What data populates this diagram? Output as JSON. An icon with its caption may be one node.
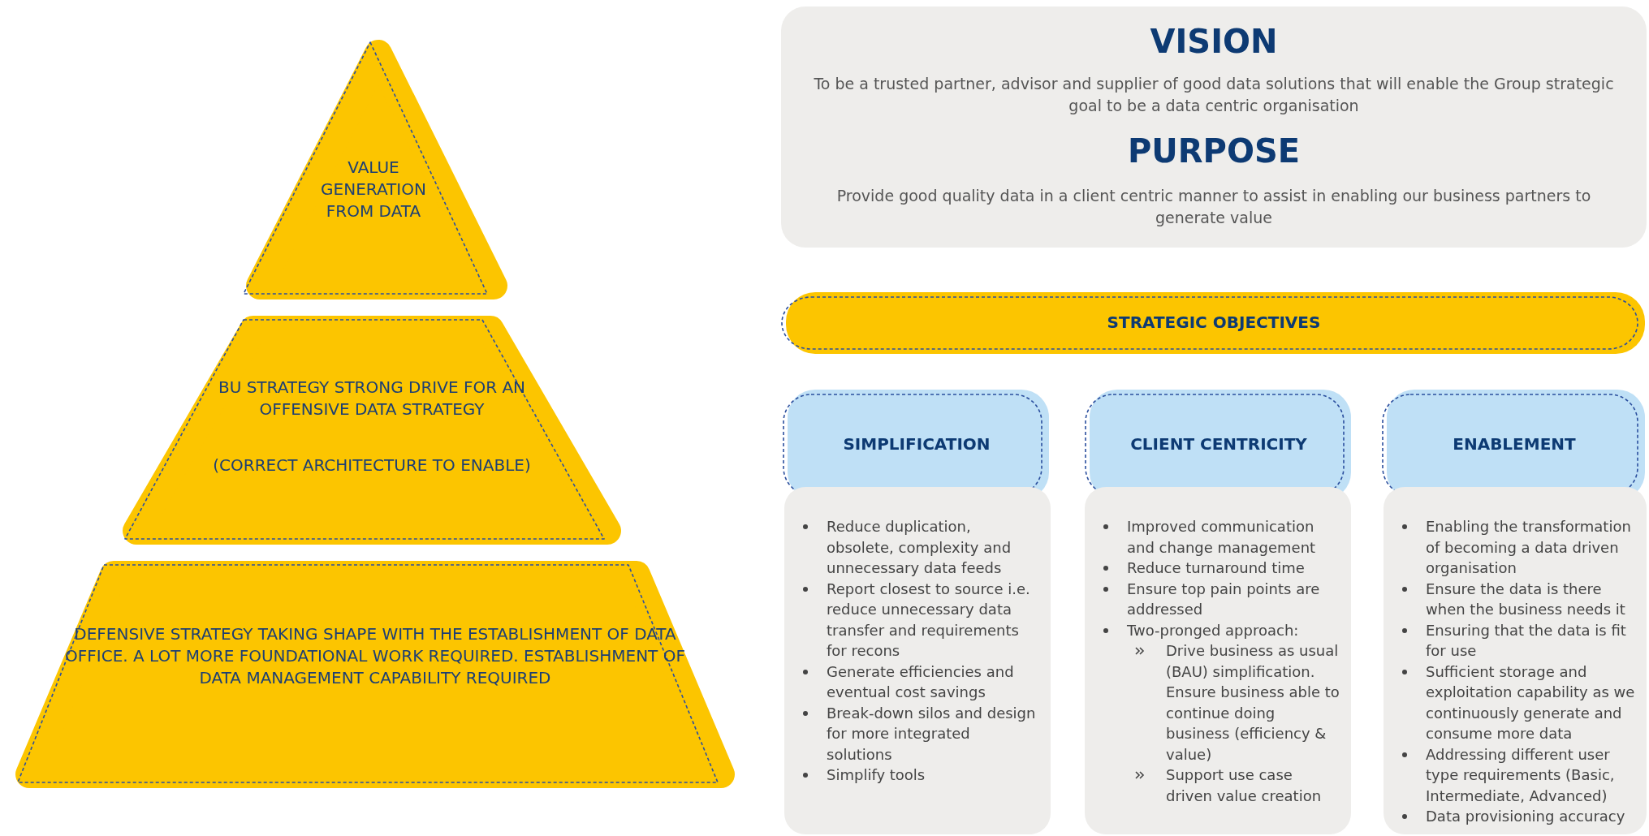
{
  "diagram": {
    "nodes": [
      {
        "text": [
          "VALUE GENERATION FROM DATA"
        ]
      },
      {
        "text": [
          "BU STRATEGY STRONG DRIVE FOR AN OFFENSIVE DATA STRATEGY",
          "(CORRECT ARCHITECTURE TO ENABLE)"
        ]
      },
      {
        "text": [
          "DEFENSIVE STRATEGY TAKING SHAPE WITH THE ESTABLISHMENT OF DATA OFFICE. A LOT MORE FOUNDATIONAL WORK REQUIRED. ESTABLISHMENT OF DATA MANAGEMENT CAPABILITY REQUIRED"
        ]
      },
      {
        "text": [
          "VISION",
          "To be a trusted partner, advisor and supplier of good data solutions that will enable the Group strategic goal to be a data centric organisation",
          "PURPOSE",
          "Provide good quality data in a client centric manner to assist in enabling our business partners to generate value"
        ]
      },
      {
        "text": [
          "STRATEGIC OBJECTIVES"
        ]
      },
      {
        "text": [
          "SIMPLIFICATION"
        ]
      },
      {
        "text": [
          "Reduce duplication, obsolete, complexity and unnecessary data feeds",
          "Report closest to source i.e. reduce unnecessary data transfer and requirements for recons",
          "Generate efficiencies and eventual cost savings",
          "Break-down silos and design for more integrated solutions",
          "Simplify tools"
        ]
      },
      {
        "text": [
          "CLIENT CENTRICITY"
        ]
      },
      {
        "text": [
          "Improved communication and change management",
          "Reduce turnaround time",
          "Ensure top pain points are addressed",
          "Two-pronged approach:",
          "Drive business as usual (BAU) simplification. Ensure business able to continue doing business (efficiency & value)",
          "Support use case driven value creation"
        ]
      },
      {
        "text": [
          "ENABLEMENT"
        ]
      },
      {
        "text": [
          "Enabling the transformation of becoming a data driven organisation",
          "Ensure the data is there when the business needs it",
          "Ensuring that the data is fit for use",
          "Sufficient storage and exploitation capability as we continuously generate and consume more data",
          "Addressing different user type requirements (Basic, Intermediate, Advanced)",
          "Data provisioning accuracy"
        ]
      }
    ]
  }
}
